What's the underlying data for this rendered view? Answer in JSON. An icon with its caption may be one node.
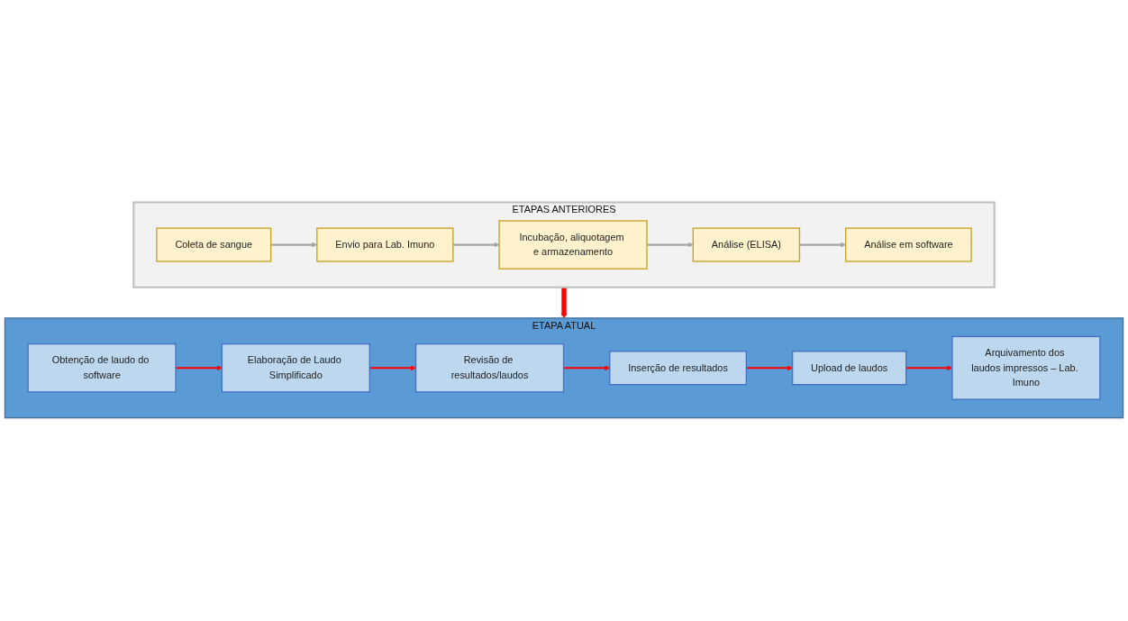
{
  "diagram": {
    "nodes": [
      {
        "text": [
          "ETAPAS ANTERIORES"
        ]
      },
      {
        "text": [
          "Coleta de sangue"
        ],
        "in": 0
      },
      {
        "text": [
          "Envio para Lab. Imuno"
        ],
        "in": 0
      },
      {
        "text": [
          "Incubação, aliquotagem e armazenamento"
        ],
        "in": 0
      },
      {
        "text": [
          "Análise (ELISA)"
        ],
        "in": 0
      },
      {
        "text": [
          "Análise em software"
        ],
        "in": 0
      },
      {
        "text": [
          "ETAPA ATUAL"
        ]
      },
      {
        "text": [
          "Revisão de resultados/laudos"
        ],
        "in": 6
      },
      {
        "text": [
          "Elaboração de Laudo Simplificado"
        ],
        "in": 6
      },
      {
        "text": [
          "Obtenção de laudo do software"
        ],
        "in": 6
      },
      {
        "text": [
          "Inserção de resultados"
        ],
        "in": 6
      },
      {
        "text": [
          "Upload de laudos"
        ],
        "in": 6
      },
      {
        "text": [
          "Arquivamento dos laudos impressos – Lab. Imuno"
        ],
        "in": 6
      }
    ],
    "edges": [
      {
        "from": 1,
        "to": 2,
        "arrow": "to",
        "color": "#a6a6a6"
      },
      {
        "from": 2,
        "to": 3,
        "arrow": "to",
        "color": "#a6a6a6"
      },
      {
        "from": 3,
        "to": 4,
        "arrow": "to",
        "color": "#a6a6a6"
      },
      {
        "from": 4,
        "to": 5,
        "arrow": "to",
        "color": "#a6a6a6"
      },
      {
        "from": 0,
        "to": 6,
        "arrow": "to",
        "style": "thick"
      },
      {
        "from": 9,
        "to": 8,
        "arrow": "to"
      },
      {
        "from": 8,
        "to": 7,
        "arrow": "to"
      },
      {
        "from": 7,
        "to": 10,
        "arrow": "to"
      },
      {
        "from": 10,
        "to": 11,
        "arrow": "to"
      },
      {
        "from": 11,
        "to": 12,
        "arrow": "to"
      }
    ]
  }
}
